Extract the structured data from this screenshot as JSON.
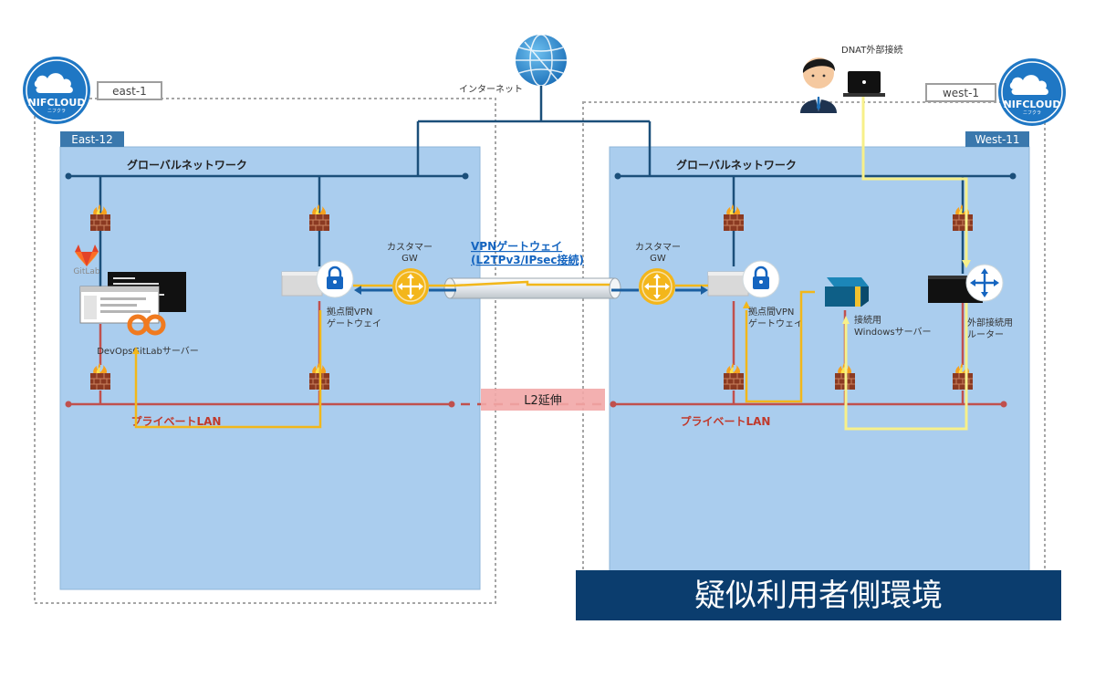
{
  "internet": {
    "label": "インターネット"
  },
  "east": {
    "region_label": "east-1",
    "zone_label": "East-12",
    "cloud_brand": "NIFCLOUD",
    "cloud_brand_sub": "ニフクラ",
    "global_network": "グローバルネットワーク",
    "private_lan": "プライベートLAN",
    "gitlab_label": "GitLab",
    "server_label": "DevOpsGitLabサーバー",
    "vpn_gw_label_1": "拠点間VPN",
    "vpn_gw_label_2": "ゲートウェイ",
    "customer_gw_1": "カスタマー",
    "customer_gw_2": "GW"
  },
  "west": {
    "region_label": "west-1",
    "zone_label": "West-11",
    "cloud_brand": "NIFCLOUD",
    "cloud_brand_sub": "ニフクラ",
    "global_network": "グローバルネットワーク",
    "private_lan": "プライベートLAN",
    "vpn_gw_label_1": "拠点間VPN",
    "vpn_gw_label_2": "ゲートウェイ",
    "customer_gw_1": "カスタマー",
    "customer_gw_2": "GW",
    "win_server_1": "接続用",
    "win_server_2": "Windowsサーバー",
    "router_1": "外部接続用",
    "router_2": "ルーター",
    "dnat_label": "DNAT外部接続"
  },
  "vpn": {
    "line1": "VPNゲートウェイ",
    "line2": "(L2TPv3/IPsec接続)"
  },
  "l2": {
    "label": "L2延伸"
  },
  "banner": {
    "text": "疑似利用者側環境"
  },
  "colors": {
    "zone_fill": "#aacdee",
    "global_line": "#1b4f7a",
    "lan_line": "#c0504d",
    "yellow_path": "#f2b71a",
    "light_yellow_path": "#f7f08a",
    "banner_bg": "#0b3d6e",
    "nifcloud_blue": "#1f77c4"
  }
}
